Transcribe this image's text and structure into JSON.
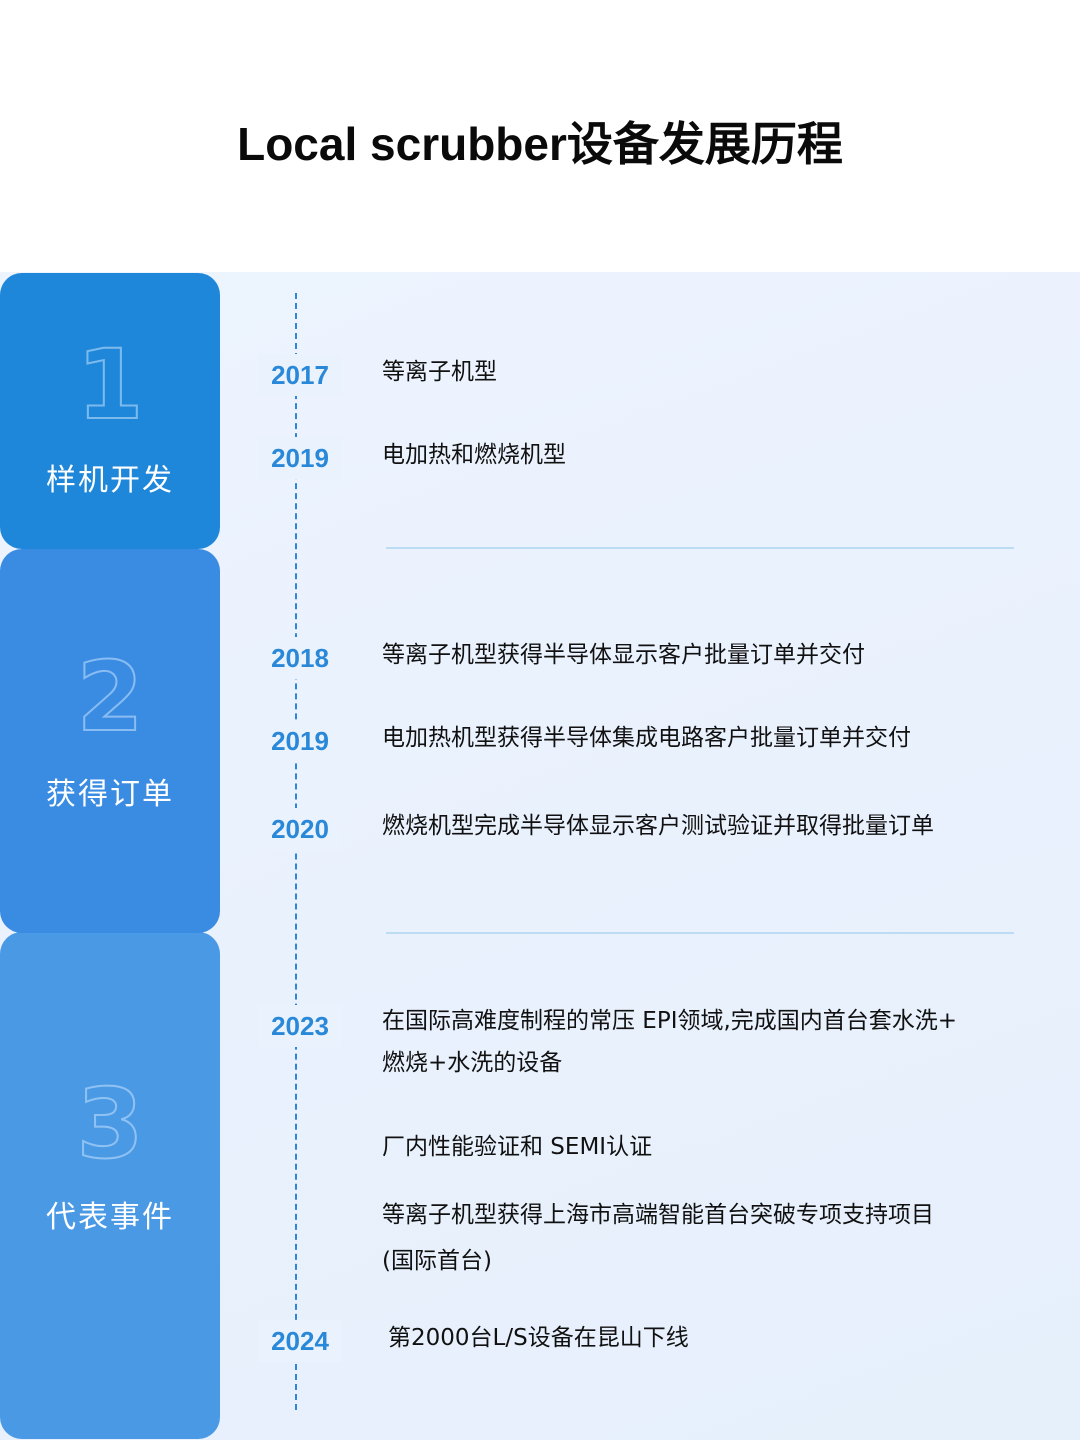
{
  "title": "Local scrubber设备发展历程",
  "colors": {
    "card_1": "#1f87d9",
    "card_2": "#3a8ce3",
    "card_3": "#4a99e5",
    "year_text": "#2a88d8",
    "panel_bg": "#eaf2fd",
    "divider": "#bcdcf3"
  },
  "stages": [
    {
      "number": "1",
      "label": "样机开发",
      "events": [
        {
          "year": "2017",
          "text": "等离子机型"
        },
        {
          "year": "2019",
          "text": "电加热和燃烧机型"
        }
      ]
    },
    {
      "number": "2",
      "label": "获得订单",
      "events": [
        {
          "year": "2018",
          "text": "等离子机型获得半导体显示客户批量订单并交付"
        },
        {
          "year": "2019",
          "text": "电加热机型获得半导体集成电路客户批量订单并交付"
        },
        {
          "year": "2020",
          "text": "燃烧机型完成半导体显示客户测试验证并取得批量订单"
        }
      ]
    },
    {
      "number": "3",
      "label": "代表事件",
      "events": [
        {
          "year": "2023",
          "text_line1": "在国际高难度制程的常压 EPI领域,完成国内首台套水洗+",
          "text_line2": "燃烧+水洗的设备"
        },
        {
          "year": "",
          "text": "厂内性能验证和 SEMI认证"
        },
        {
          "year": "",
          "text_line1": "等离子机型获得上海市高端智能首台突破专项支持项目",
          "text_line2": "(国际首台)"
        },
        {
          "year": "2024",
          "text": "第2000台L/S设备在昆山下线"
        }
      ]
    }
  ]
}
